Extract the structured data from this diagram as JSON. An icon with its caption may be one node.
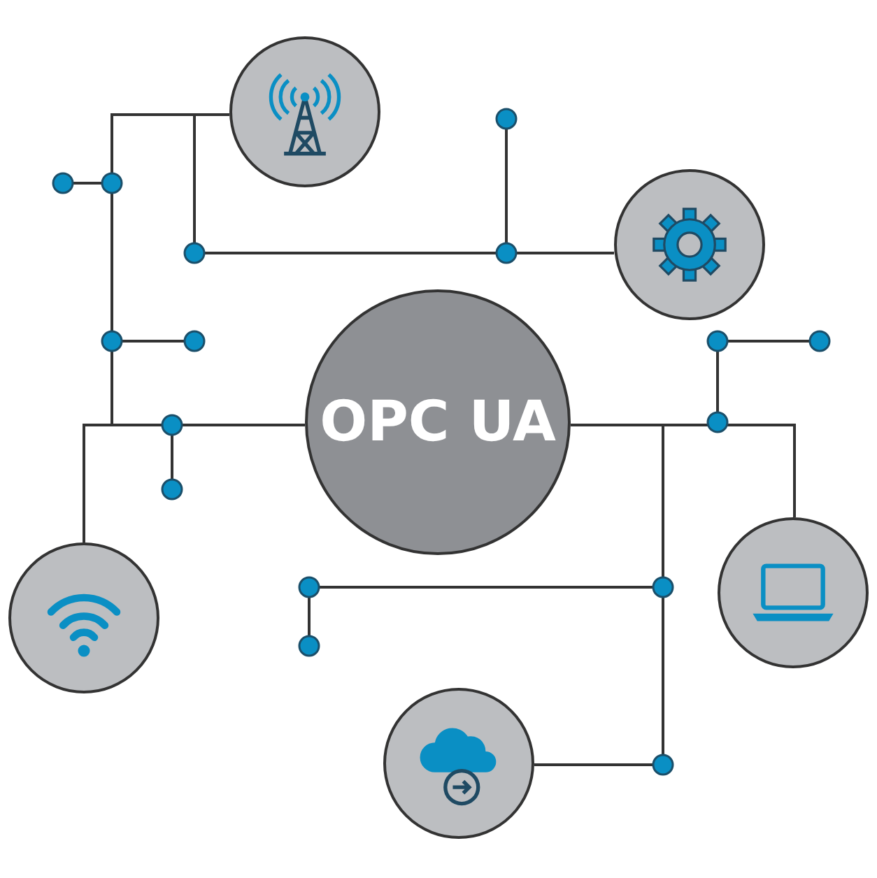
{
  "diagram": {
    "nodes": [
      {
        "text": [
          "OPC UA"
        ]
      },
      {
        "text": [],
        "shape": "picture"
      },
      {
        "text": [],
        "shape": "picture"
      },
      {
        "text": [],
        "shape": "picture"
      },
      {
        "text": [],
        "shape": "picture"
      },
      {
        "text": [],
        "shape": "picture"
      }
    ],
    "edges": [
      {
        "from": 0,
        "to": 1,
        "arrow": "none"
      },
      {
        "from": 0,
        "to": 2,
        "arrow": "none"
      },
      {
        "from": 0,
        "to": 3,
        "arrow": "none"
      },
      {
        "from": 0,
        "to": 4,
        "arrow": "none"
      },
      {
        "from": 0,
        "to": 5,
        "arrow": "none"
      }
    ]
  }
}
